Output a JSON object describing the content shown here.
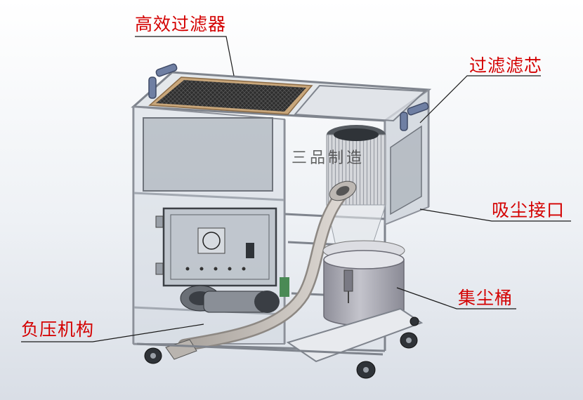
{
  "labels": {
    "hepa_filter": "高效过滤器",
    "filter_cartridge": "过滤滤芯",
    "suction_inlet": "吸尘接口",
    "dust_bucket": "集尘桶",
    "negative_pressure_unit": "负压机构"
  },
  "watermark": "三品制造",
  "colors": {
    "label_red": "#d40000",
    "leader_line": "#1a1a1a",
    "frame_metal": "#8c9099",
    "panel_glass": "#c9d0d9",
    "filter_mesh": "#2b2b2b",
    "filter_border": "#c8a67a",
    "bucket_body": "#a9a9b3",
    "hose": "#c7c2bd",
    "handle_blue": "#6f7fa3"
  }
}
